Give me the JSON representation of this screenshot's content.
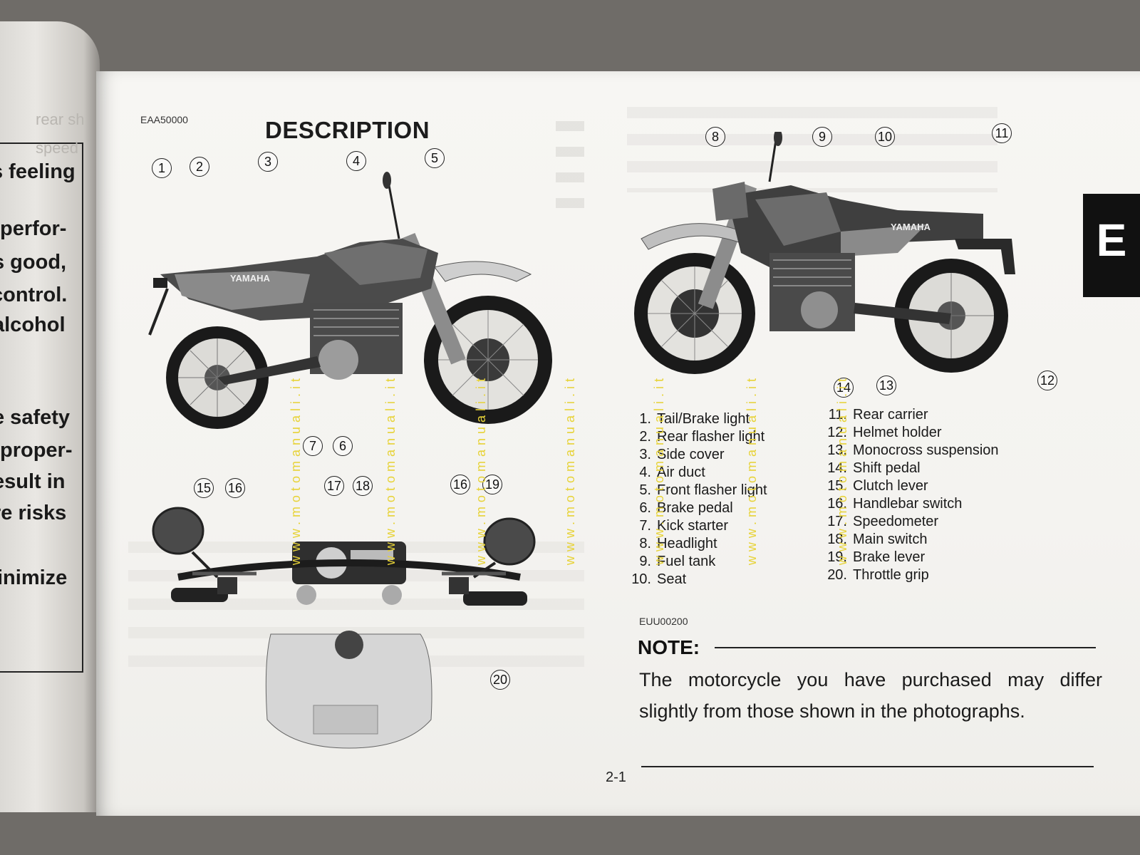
{
  "left_page": {
    "lines": [
      "s feeling",
      "perfor-",
      "s good,",
      "control.",
      "alcohol",
      "e safety",
      "proper-",
      "esult in",
      "re risks",
      "inimize"
    ]
  },
  "header": {
    "code": "EAA50000",
    "title": "DESCRIPTION"
  },
  "callouts": {
    "left_photo": [
      "1",
      "2",
      "3",
      "4",
      "5",
      "7",
      "6"
    ],
    "right_photo": [
      "8",
      "9",
      "10",
      "11",
      "14",
      "13",
      "12"
    ],
    "handlebar": [
      "15",
      "16",
      "17",
      "18",
      "16",
      "19",
      "20"
    ]
  },
  "parts": [
    {
      "n": "1.",
      "label": "Tail/Brake light"
    },
    {
      "n": "2.",
      "label": "Rear flasher light"
    },
    {
      "n": "3.",
      "label": "Side cover"
    },
    {
      "n": "4.",
      "label": "Air duct"
    },
    {
      "n": "5.",
      "label": "Front flasher light"
    },
    {
      "n": "6.",
      "label": "Brake pedal"
    },
    {
      "n": "7.",
      "label": "Kick starter"
    },
    {
      "n": "8.",
      "label": "Headlight"
    },
    {
      "n": "9.",
      "label": "Fuel tank"
    },
    {
      "n": "10.",
      "label": "Seat"
    },
    {
      "n": "11.",
      "label": "Rear carrier"
    },
    {
      "n": "12.",
      "label": "Helmet holder"
    },
    {
      "n": "13.",
      "label": "Monocross suspension"
    },
    {
      "n": "14.",
      "label": "Shift pedal"
    },
    {
      "n": "15.",
      "label": "Clutch lever"
    },
    {
      "n": "16.",
      "label": "Handlebar switch"
    },
    {
      "n": "17.",
      "label": "Speedometer"
    },
    {
      "n": "18.",
      "label": "Main switch"
    },
    {
      "n": "19.",
      "label": "Brake lever"
    },
    {
      "n": "20.",
      "label": "Throttle grip"
    }
  ],
  "note": {
    "code": "EUU00200",
    "heading": "NOTE:",
    "body": "The motorcycle you have purchased may differ slightly from those shown in the photographs."
  },
  "page_number": "2-1",
  "section_tab": "E",
  "watermark": "www.motomanuali.it",
  "colors": {
    "watermark": "#e7d338",
    "tab_bg": "#111111",
    "paper": "#f4f3f0"
  }
}
